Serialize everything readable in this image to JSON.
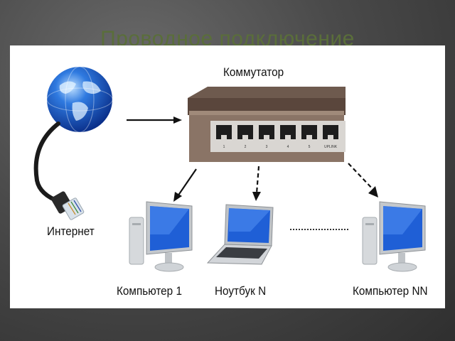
{
  "slide": {
    "title": "Проводное подключение"
  },
  "diagram": {
    "switch_label": "Коммутатор",
    "internet_label": "Интернет",
    "computer1_label": "Компьютер 1",
    "laptop_label": "Ноутбук N",
    "computerNN_label": "Компьютер NN",
    "switch_port_numbers": [
      "1",
      "2",
      "3",
      "4",
      "5",
      "UPLINK"
    ]
  }
}
